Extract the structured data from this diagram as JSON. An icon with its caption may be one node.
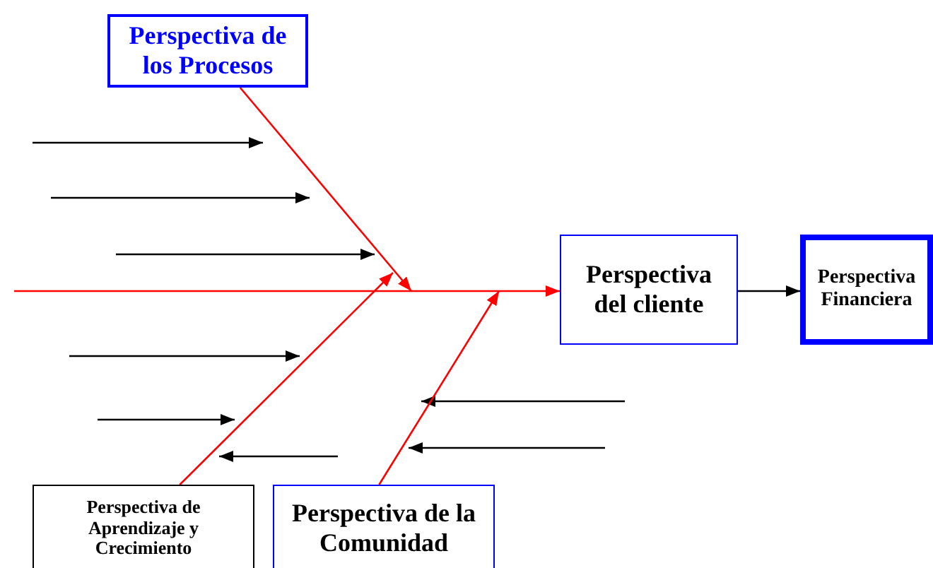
{
  "diagram": {
    "nodes": [
      {
        "text": [
          "Perspectiva de los Procesos"
        ]
      },
      {
        "text": [
          "Perspectiva del cliente"
        ]
      },
      {
        "text": [
          "Perspectiva Financiera"
        ]
      },
      {
        "text": [
          "Perspectiva de Aprendizaje y Crecimiento"
        ]
      },
      {
        "text": [
          "Perspectiva de la Comunidad"
        ]
      }
    ],
    "edges": [
      {
        "from": null,
        "to": 1,
        "arrow": "to"
      },
      {
        "from": 0,
        "to": null,
        "arrow": "to"
      },
      {
        "from": 3,
        "to": null,
        "arrow": "to"
      },
      {
        "from": 4,
        "to": null,
        "arrow": "to"
      },
      {
        "from": 1,
        "to": 2,
        "arrow": "to",
        "color": "#000000"
      }
    ]
  }
}
